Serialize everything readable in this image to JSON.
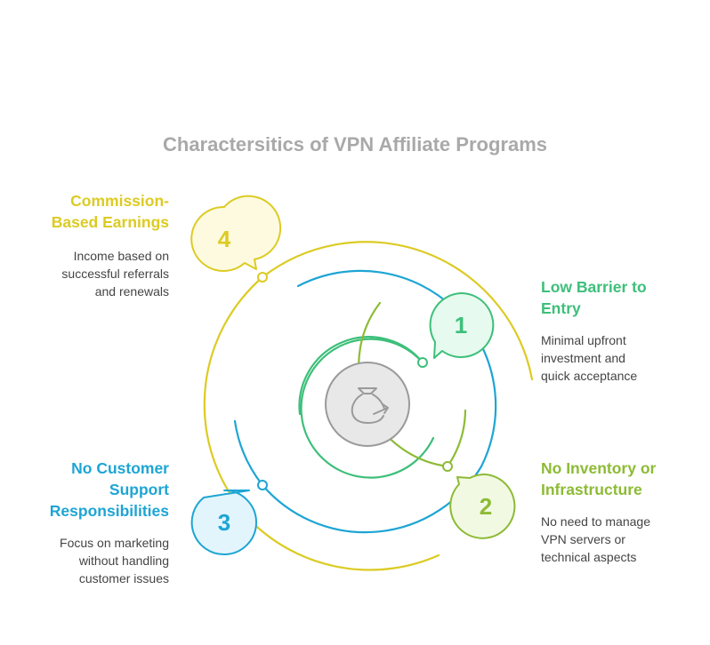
{
  "title": "Charactersitics of VPN Affiliate Programs",
  "center_icon": "money-bag-icon",
  "items": [
    {
      "number": "1",
      "heading_lines": [
        "Low Barrier to",
        "Entry"
      ],
      "desc_lines": [
        "Minimal upfront",
        "investment and",
        "quick acceptance"
      ],
      "color": "#3dbf7a",
      "fill": "#e6faef"
    },
    {
      "number": "2",
      "heading_lines": [
        "No Inventory or",
        "Infrastructure"
      ],
      "desc_lines": [
        "No need to manage",
        "VPN servers or",
        "technical aspects"
      ],
      "color": "#8dbb35",
      "fill": "#f2f9e3"
    },
    {
      "number": "3",
      "heading_lines": [
        "No Customer",
        "Support",
        "Responsibilities"
      ],
      "desc_lines": [
        "Focus on marketing",
        "without handling",
        "customer issues"
      ],
      "color": "#1ea5d4",
      "fill": "#e3f5fc"
    },
    {
      "number": "4",
      "heading_lines": [
        "Commission-",
        "Based Earnings"
      ],
      "desc_lines": [
        "Income based on",
        "successful referrals",
        "and renewals"
      ],
      "color": "#dccb23",
      "fill": "#fdfae0"
    }
  ]
}
